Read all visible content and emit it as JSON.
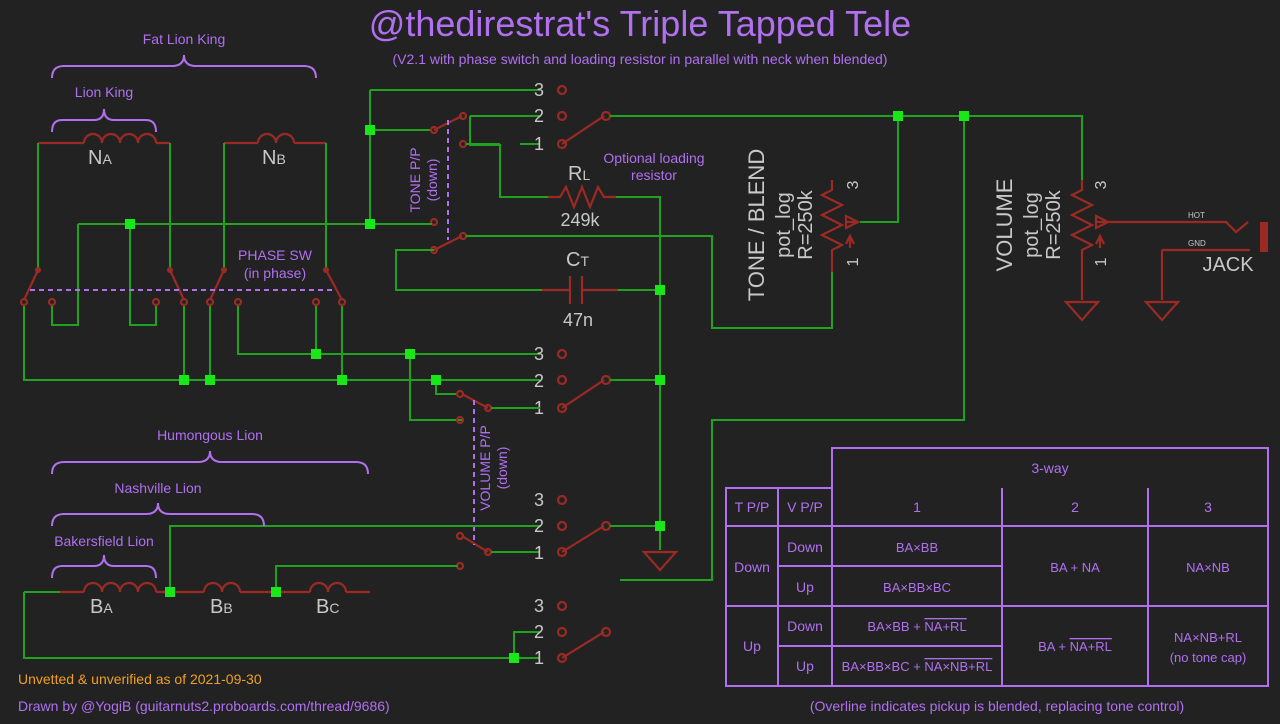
{
  "title": "@thedirestrat's Triple Tapped Tele",
  "subtitle": "(V2.1 with phase switch and loading resistor in parallel with neck when blended)",
  "pickup_groups": {
    "fat_lion_king": "Fat Lion King",
    "lion_king": "Lion King",
    "humongous_lion": "Humongous Lion",
    "nashville_lion": "Nashville Lion",
    "bakersfield_lion": "Bakersfield Lion"
  },
  "coils": {
    "na": {
      "main": "N",
      "sub": "A"
    },
    "nb": {
      "main": "N",
      "sub": "B"
    },
    "ba": {
      "main": "B",
      "sub": "A"
    },
    "bb": {
      "main": "B",
      "sub": "B"
    },
    "bc": {
      "main": "B",
      "sub": "C"
    }
  },
  "phase_switch": {
    "line1": "PHASE SW",
    "line2": "(in phase)"
  },
  "tone_pp": {
    "line1": "TONE P/P",
    "line2": "(down)"
  },
  "volume_pp": {
    "line1": "VOLUME P/P",
    "line2": "(down)"
  },
  "switch_positions": [
    "3",
    "2",
    "1"
  ],
  "loading_resistor": {
    "label_line1": "Optional loading",
    "label_line2": "resistor",
    "name_main": "R",
    "name_sub": "L",
    "value": "249k"
  },
  "tone_cap": {
    "name_main": "C",
    "name_sub": "T",
    "value": "47n"
  },
  "tone_pot": {
    "line1": "TONE / BLEND",
    "line2": "pot_log",
    "line3": "R=250k",
    "pin3": "3",
    "pin1": "1"
  },
  "volume_pot": {
    "line1": "VOLUME",
    "line2": "pot_log",
    "line3": "R=250k",
    "pin3": "3",
    "pin1": "1"
  },
  "jack": {
    "label": "JACK",
    "hot": "HOT",
    "gnd": "GND"
  },
  "footer": {
    "status": "Unvetted & unverified as of 2021-09-30",
    "credit": "Drawn by @YogiB (guitarnuts2.proboards.com/thread/9686)",
    "note": "(Overline indicates pickup is blended, replacing tone control)"
  },
  "colors": {
    "background": "#222223",
    "wire": "#1fa31f",
    "junction": "#18e818",
    "component": "#9c2a24",
    "label": "#b070f0",
    "warning": "#f0a020"
  },
  "table": {
    "header_3way": "3-way",
    "col_tpp": "T P/P",
    "col_vpp": "V P/P",
    "positions": [
      "1",
      "2",
      "3"
    ],
    "rows": {
      "down_label": "Down",
      "up_label": "Up",
      "down_down": "Down",
      "down_up": "Up",
      "up_down": "Down",
      "up_up": "Up",
      "d_d_1": "BA×BB",
      "d_u_1": "BA×BB×BC",
      "d_2": "BA + NA",
      "d_3": "NA×NB",
      "u_d_1_plain": "BA×BB + ",
      "u_d_1_over": "NA+RL",
      "u_u_1_plain": "BA×BB×BC + ",
      "u_u_1_over": "NA×NB+RL",
      "u_2_plain": "BA + ",
      "u_2_over": "NA+RL",
      "u_3_line1": "NA×NB+RL",
      "u_3_line2": "(no tone cap)"
    }
  }
}
